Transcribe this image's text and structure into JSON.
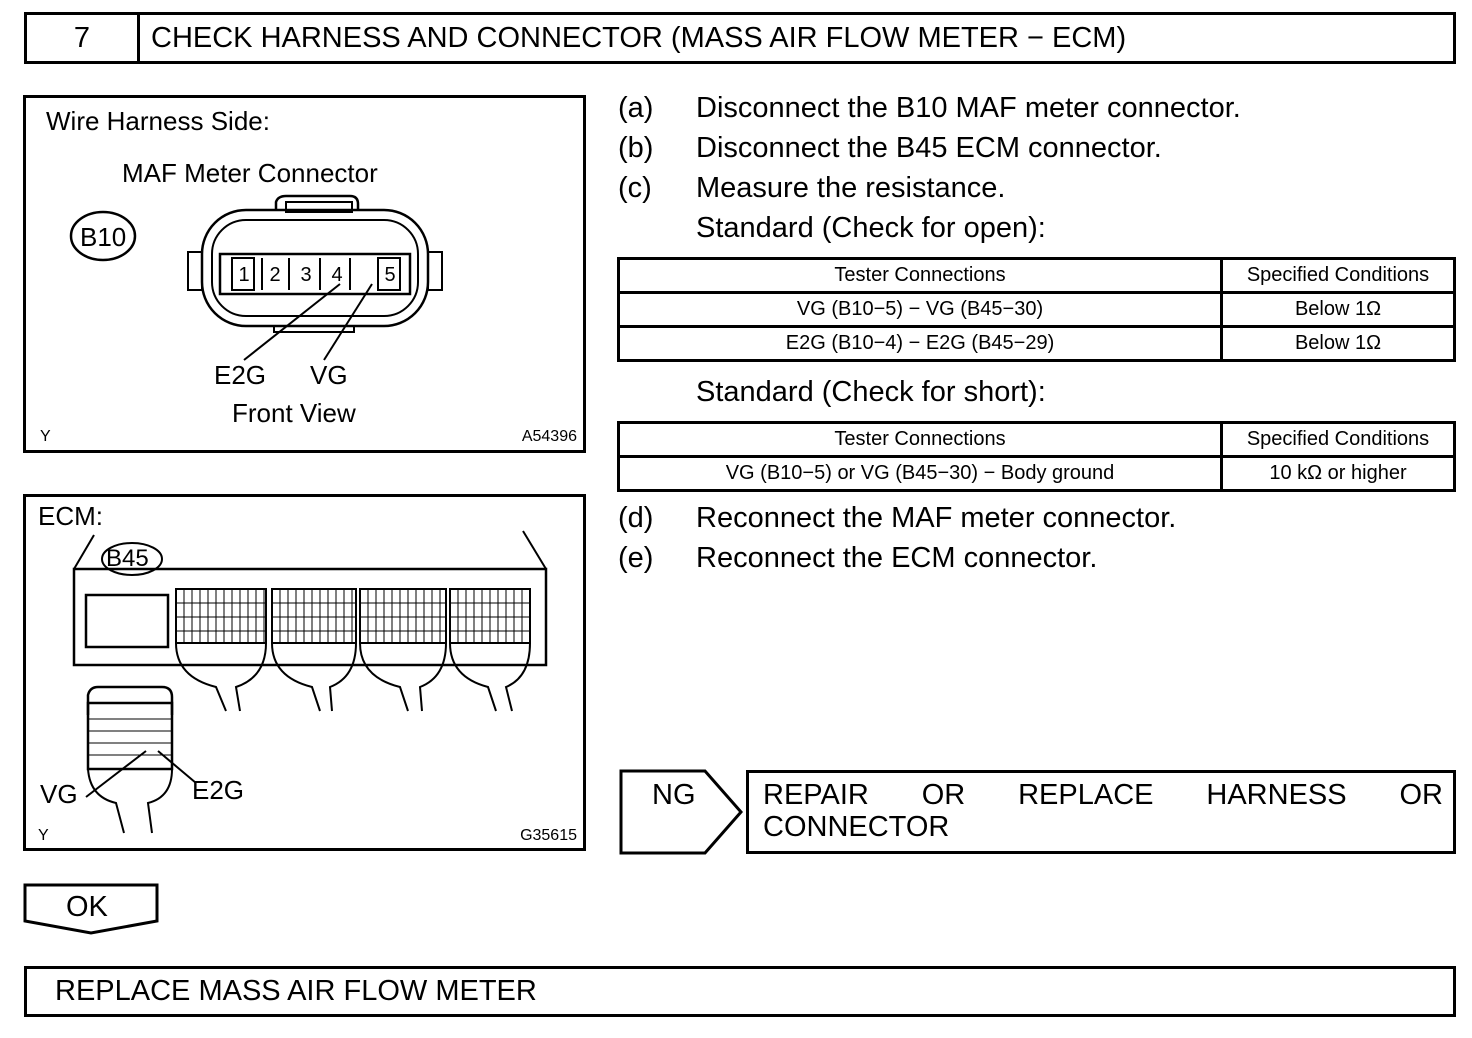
{
  "header": {
    "step_number": "7",
    "title": "CHECK HARNESS AND CONNECTOR (MASS AIR FLOW METER − ECM)"
  },
  "fig1": {
    "heading": "Wire Harness Side:",
    "connector_name": "MAF Meter Connector",
    "connector_code": "B10",
    "pins": [
      "1",
      "2",
      "3",
      "4",
      "5"
    ],
    "label_e2g": "E2G",
    "label_vg": "VG",
    "view": "Front View",
    "corner_left": "Y",
    "figure_id": "A54396"
  },
  "fig2": {
    "heading": "ECM:",
    "connector_code": "B45",
    "label_vg": "VG",
    "label_e2g": "E2G",
    "corner_left": "Y",
    "figure_id": "G35615"
  },
  "steps": [
    {
      "label": "(a)",
      "text": "Disconnect the B10 MAF meter connector."
    },
    {
      "label": "(b)",
      "text": "Disconnect the B45 ECM connector."
    },
    {
      "label": "(c)",
      "text": "Measure the resistance."
    }
  ],
  "standard_open": "Standard (Check for open):",
  "table_open": {
    "headers": [
      "Tester Connections",
      "Specified Conditions"
    ],
    "rows": [
      [
        "VG (B10−5) − VG (B45−30)",
        "Below 1Ω"
      ],
      [
        "E2G (B10−4) − E2G (B45−29)",
        "Below 1Ω"
      ]
    ]
  },
  "standard_short": "Standard (Check for short):",
  "table_short": {
    "headers": [
      "Tester Connections",
      "Specified Conditions"
    ],
    "rows": [
      [
        "VG (B10−5) or VG (B45−30) − Body ground",
        "10 kΩ or higher"
      ]
    ]
  },
  "steps2": [
    {
      "label": "(d)",
      "text": "Reconnect the MAF meter connector."
    },
    {
      "label": "(e)",
      "text": "Reconnect the ECM connector."
    }
  ],
  "ng": {
    "label": "NG",
    "action_line1": "REPAIR OR REPLACE HARNESS OR",
    "action_line2": "CONNECTOR"
  },
  "ok": {
    "label": "OK"
  },
  "final": {
    "text": "REPLACE MASS AIR FLOW METER"
  }
}
